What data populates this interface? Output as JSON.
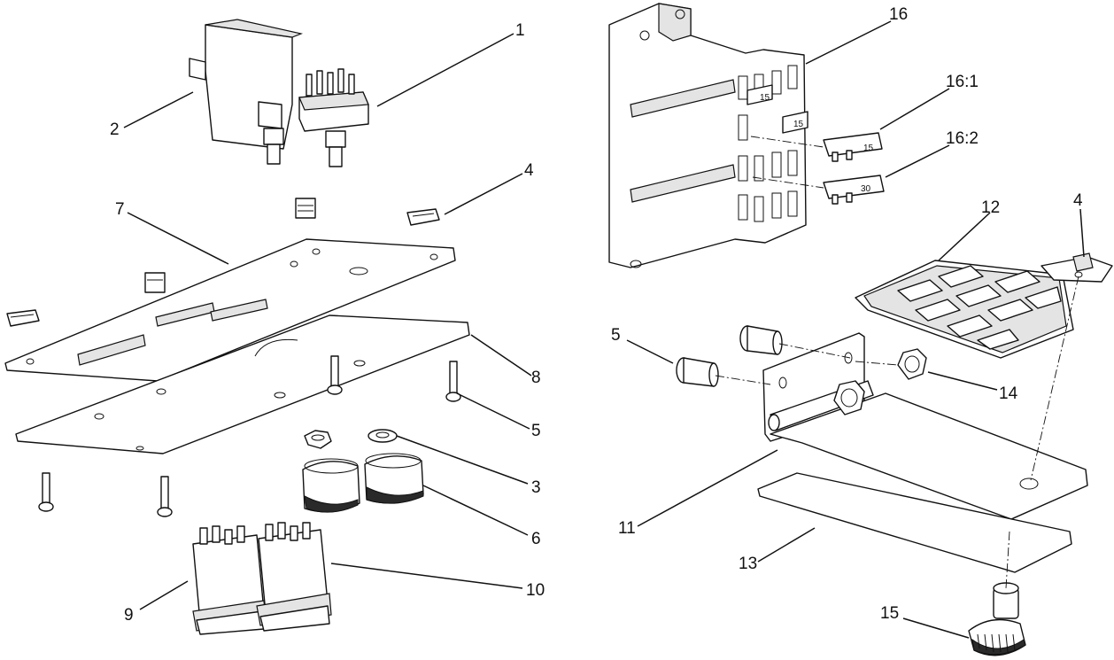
{
  "callouts": {
    "c1": "1",
    "c2": "2",
    "c3": "3",
    "c4a": "4",
    "c4b": "4",
    "c5a": "5",
    "c5b": "5",
    "c6": "6",
    "c7": "7",
    "c8": "8",
    "c9": "9",
    "c10": "10",
    "c11": "11",
    "c12": "12",
    "c13": "13",
    "c14": "14",
    "c15": "15",
    "c16": "16",
    "c16_1": "16:1",
    "c16_2": "16:2"
  },
  "fuse_labels": {
    "f1": "15",
    "f2": "15",
    "f3": "15",
    "f4": "30"
  }
}
